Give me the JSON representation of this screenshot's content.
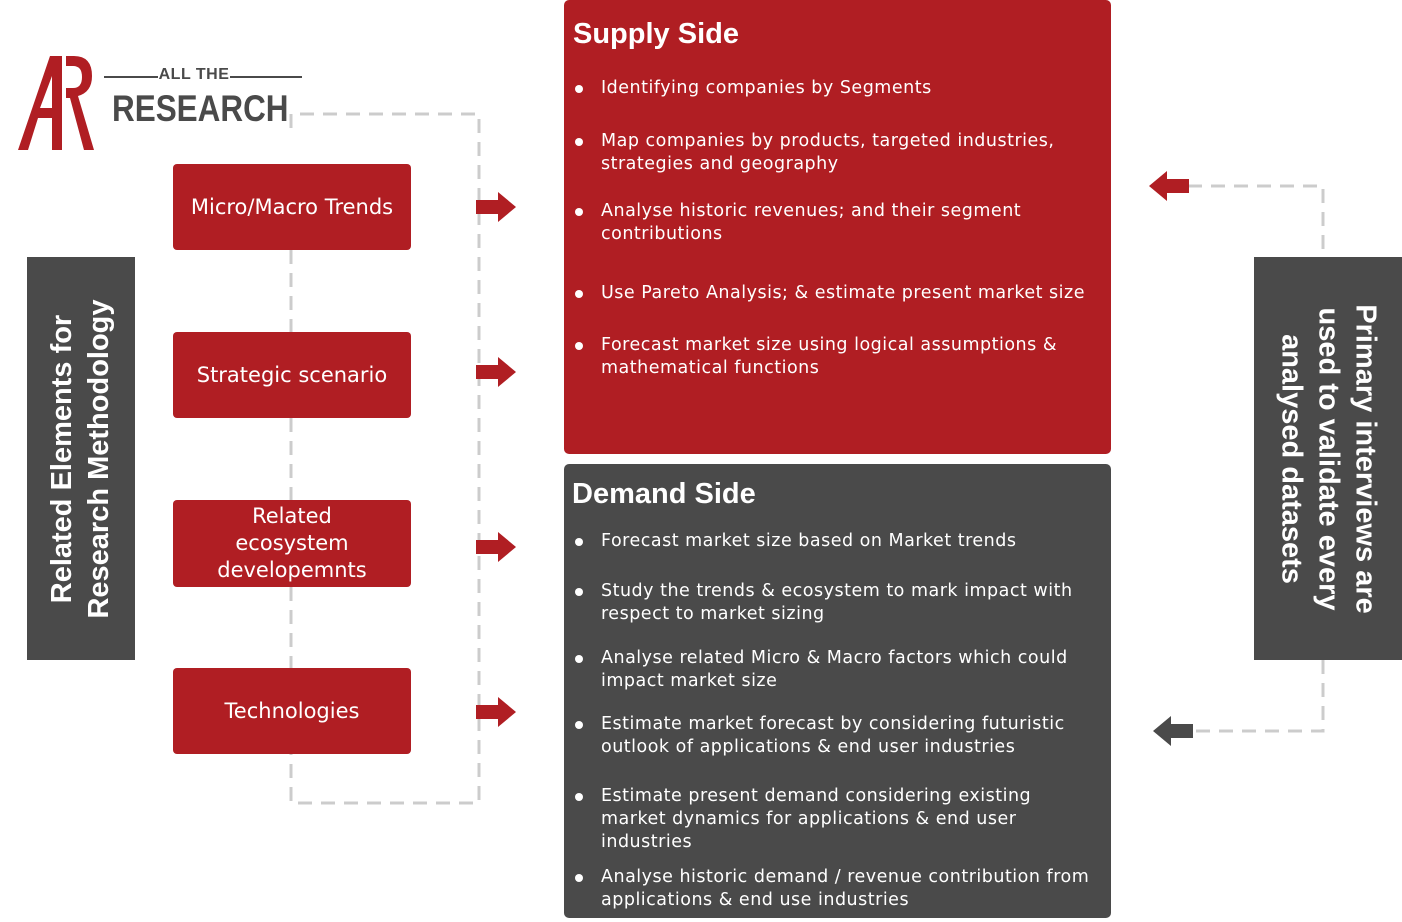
{
  "logo": {
    "top_text": "ALL THE",
    "bottom_text": "RESEARCH",
    "mark": "AR"
  },
  "left_panel": {
    "lines": [
      "Related Elements for",
      "Research Methodology"
    ]
  },
  "elements": [
    {
      "label": "Micro/Macro Trends"
    },
    {
      "label": "Strategic scenario"
    },
    {
      "label": "Related ecosystem developemnts"
    },
    {
      "label": "Technologies"
    }
  ],
  "supply_side": {
    "title": "Supply Side",
    "bullets": [
      "Identifying companies by Segments",
      "Map companies by products, targeted industries, strategies and geography",
      "Analyse historic revenues; and their segment contributions",
      "Use Pareto Analysis; & estimate present market size",
      "Forecast market size using logical assumptions & mathematical functions"
    ]
  },
  "demand_side": {
    "title": "Demand Side",
    "bullets": [
      "Forecast market size based on Market trends",
      "Study the trends & ecosystem to mark impact with respect to market sizing",
      "Analyse related Micro & Macro factors which could impact market size",
      "Estimate market forecast by considering futuristic outlook of applications & end user industries",
      "Estimate present demand considering existing market dynamics for applications & end user industries",
      "Analyse historic demand / revenue contribution from applications & end use industries"
    ]
  },
  "right_panel": {
    "lines": [
      "Primary interviews are",
      "used to validate every",
      "analysed datasets"
    ]
  },
  "colors": {
    "brand_red": "#b01e23",
    "dark_gray": "#4a4a4a",
    "dash_gray": "#cccccc"
  }
}
